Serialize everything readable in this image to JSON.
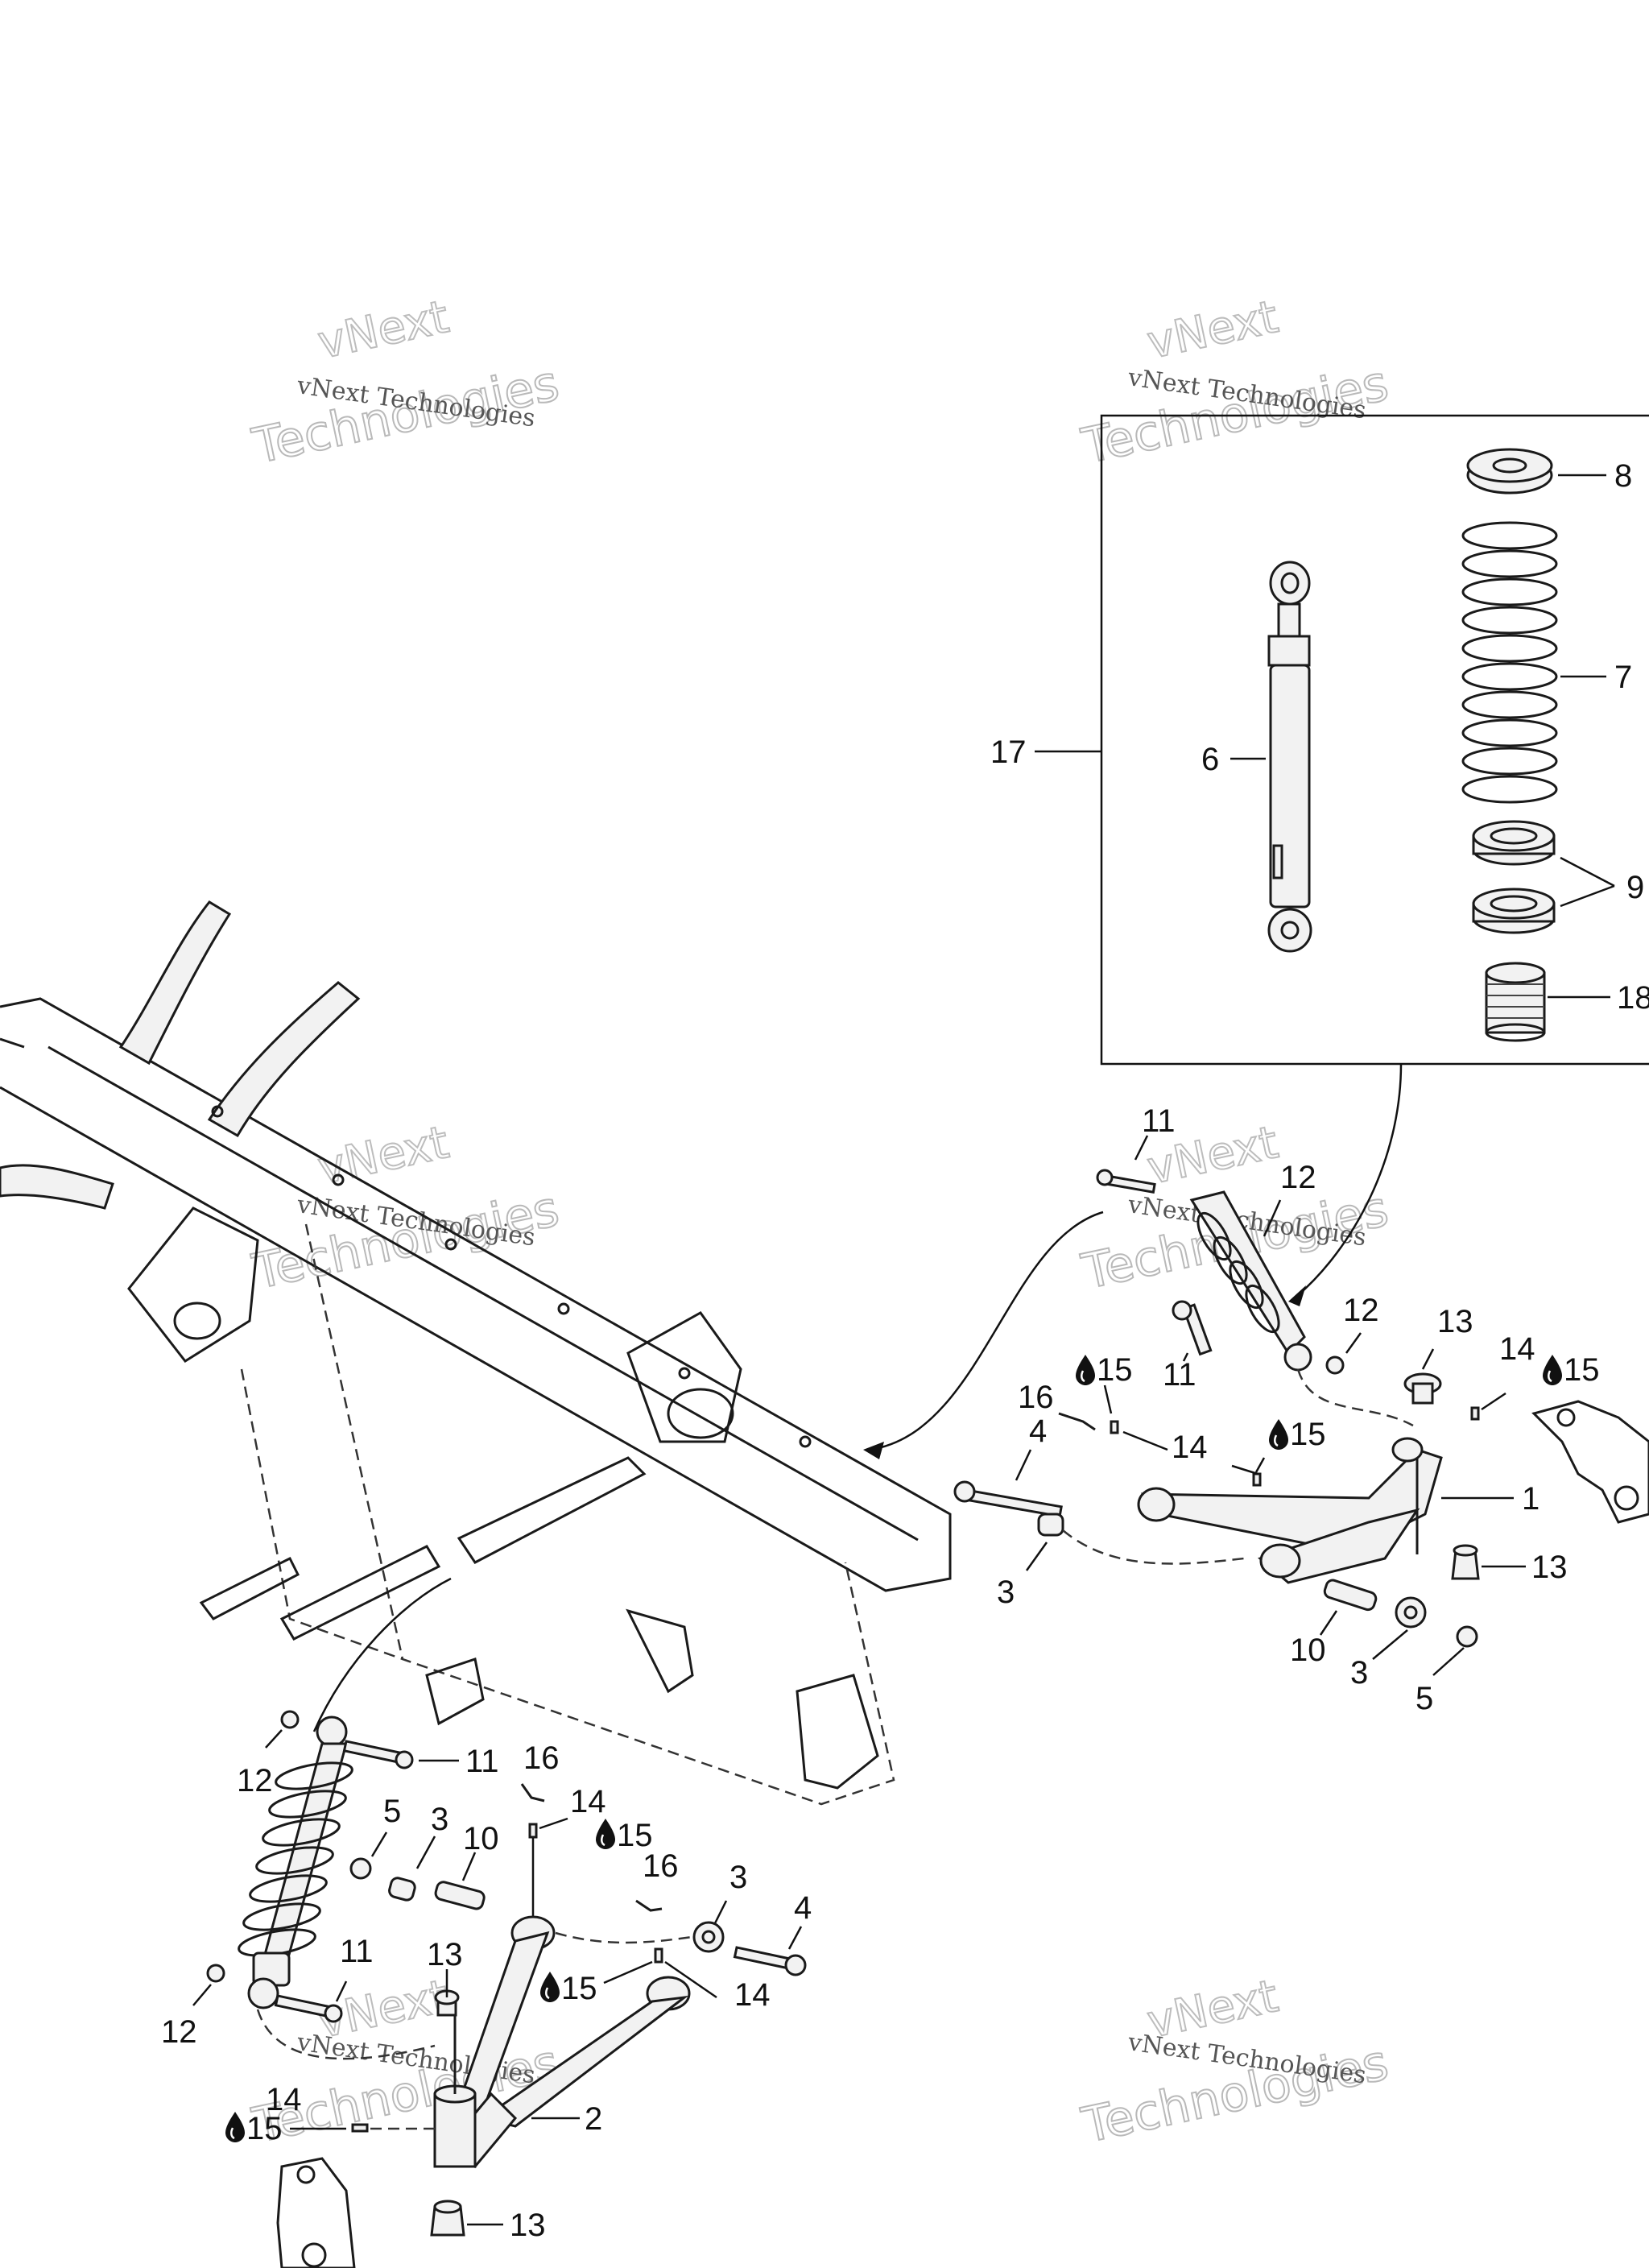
{
  "watermark": {
    "line1": "vNext Technologies",
    "line2": "Technologies",
    "line0": "vNext"
  },
  "callouts": {
    "c1": "1",
    "c2": "2",
    "c3a": "3",
    "c3b": "3",
    "c3c": "3",
    "c3d": "3",
    "c4a": "4",
    "c4b": "4",
    "c5a": "5",
    "c5b": "5",
    "c6": "6",
    "c7": "7",
    "c8": "8",
    "c9": "9",
    "c10a": "10",
    "c10b": "10",
    "c11a": "11",
    "c11b": "11",
    "c11c": "11",
    "c11d": "11",
    "c12a": "12",
    "c12b": "12",
    "c12c": "12",
    "c12d": "12",
    "c13a": "13",
    "c13b": "13",
    "c13c": "13",
    "c13d": "13",
    "c14a": "14",
    "c14b": "14",
    "c14c": "14",
    "c14d": "14",
    "c14e": "14",
    "c15a": "15",
    "c15b": "15",
    "c15c": "15",
    "c15d": "15",
    "c15e": "15",
    "c16a": "16",
    "c16b": "16",
    "c16c": "16",
    "c17": "17",
    "c18": "18"
  },
  "icons": {
    "grease": "oil-drop-icon"
  },
  "colors": {
    "ink": "#1a1a1a",
    "watermark": "#b9b9b9"
  }
}
